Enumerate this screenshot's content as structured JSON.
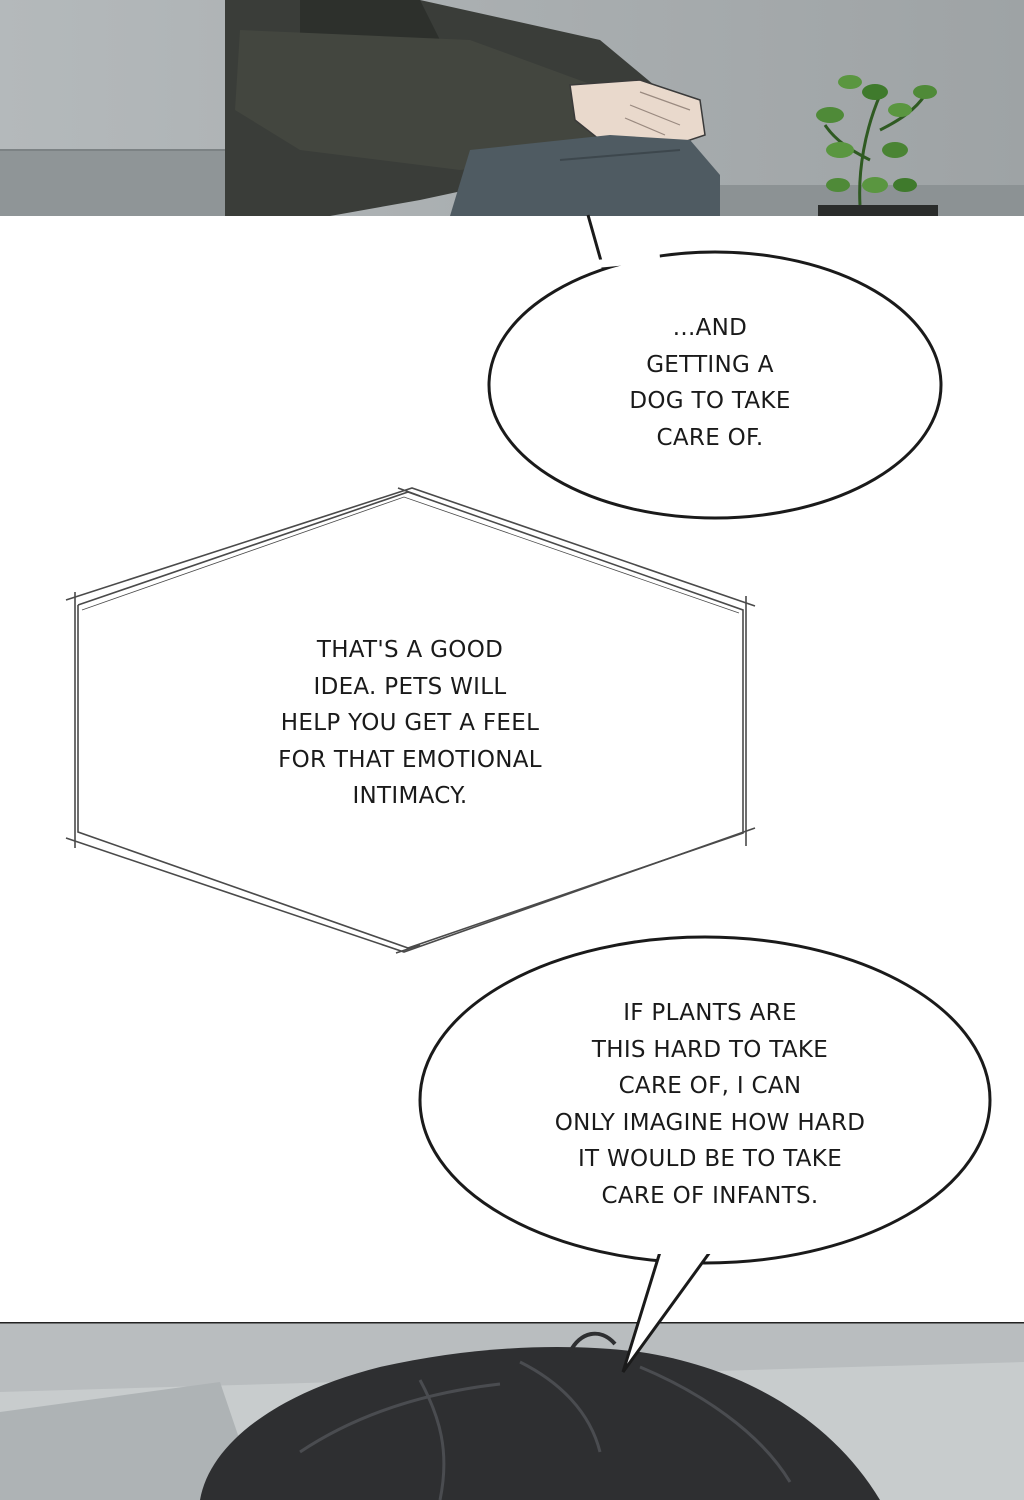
{
  "bubbles": [
    {
      "id": "bubble-1",
      "text": "...AND\nGETTING A\nDOG TO TAKE\nCARE OF."
    },
    {
      "id": "bubble-2",
      "text": "THAT'S A GOOD\nIDEA. PETS WILL\nHELP YOU GET A FEEL\nFOR THAT EMOTIONAL\nINTIMACY."
    },
    {
      "id": "bubble-3",
      "text": "IF PLANTS ARE\nTHIS HARD TO TAKE\nCARE OF, I CAN\nONLY IMAGINE HOW HARD\nIT WOULD BE TO TAKE\nCARE OF INFANTS."
    }
  ],
  "colors": {
    "wall": "#a9aeb0",
    "sweater": "#3a3d39",
    "jeans": "#4f5b62",
    "hair": "#2e2f31",
    "leaf": "#4f8a38",
    "ink": "#1a1a1a"
  }
}
